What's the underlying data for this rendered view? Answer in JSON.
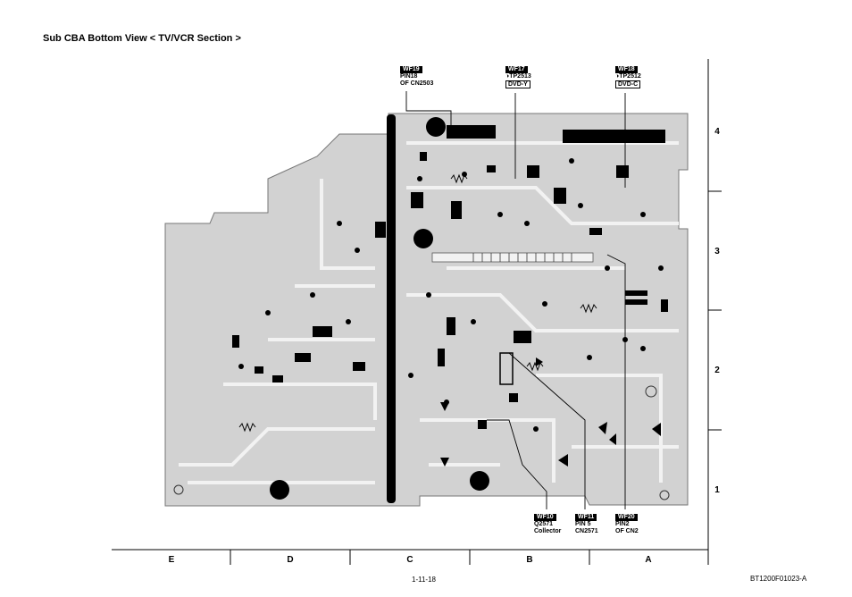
{
  "title": "Sub CBA Bottom View  < TV/VCR Section >",
  "callouts": {
    "wf19": {
      "tag": "WF19",
      "line1": "PIN18",
      "line2": "OF CN2503"
    },
    "wf17": {
      "tag": "WF17",
      "line1": "TP2513",
      "line2": "DVD-Y"
    },
    "wf18": {
      "tag": "WF18",
      "line1": "TP2512",
      "line2": "DVD-C"
    },
    "wf10": {
      "tag": "WF10",
      "line1": "Q2571",
      "line2": "Collector"
    },
    "wf11": {
      "tag": "WF11",
      "line1": "PIN 5",
      "line2": "CN2571"
    },
    "wf20": {
      "tag": "WF20",
      "line1": "PIN2",
      "line2": "OF CN2"
    }
  },
  "grid": {
    "columns": [
      "E",
      "D",
      "C",
      "B",
      "A"
    ],
    "rows": [
      "4",
      "3",
      "2",
      "1"
    ]
  },
  "footer": {
    "page_number": "1-11-18",
    "doc_code": "BT1200F01023-A"
  },
  "colors": {
    "board": "#d2d2d2",
    "trace": "#f2f2f2",
    "ink": "#000000"
  }
}
